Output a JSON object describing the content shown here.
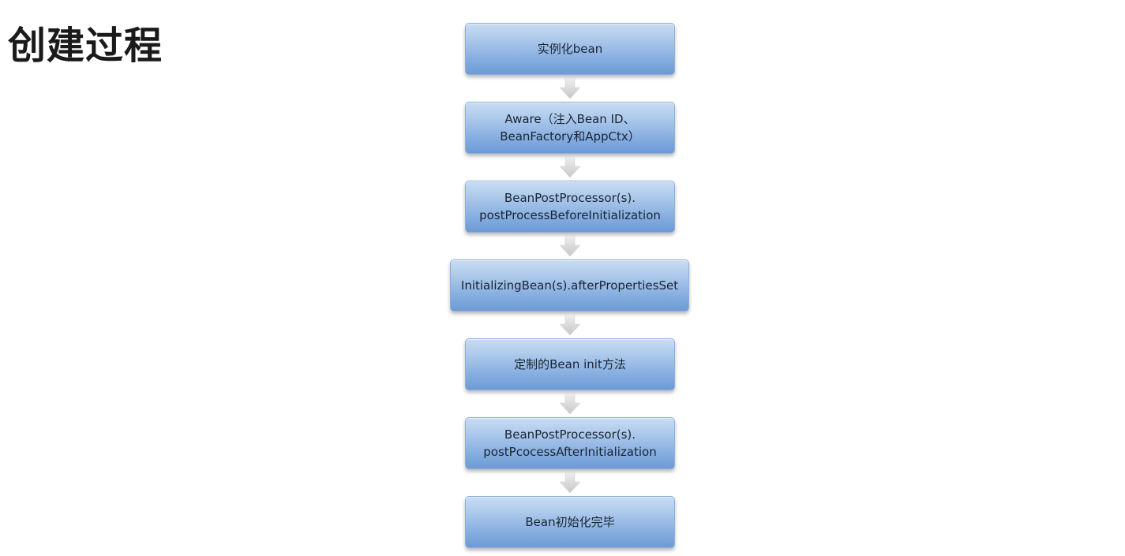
{
  "page": {
    "title": "创建过程"
  },
  "flow": {
    "steps": [
      {
        "label": "实例化bean"
      },
      {
        "label": "Aware（注入Bean ID、\nBeanFactory和AppCtx）"
      },
      {
        "label": "BeanPostProcessor(s).\npostProcessBeforeInitialization"
      },
      {
        "label": "InitializingBean(s).afterPropertiesSet"
      },
      {
        "label": "定制的Bean init方法"
      },
      {
        "label": "BeanPostProcessor(s).\npostPcocessAfterInitialization"
      },
      {
        "label": "Bean初始化完毕"
      }
    ]
  },
  "colors": {
    "box_top": "#c9ddf3",
    "box_bottom": "#6d9ad6",
    "arrow": "#d8d8d8"
  }
}
